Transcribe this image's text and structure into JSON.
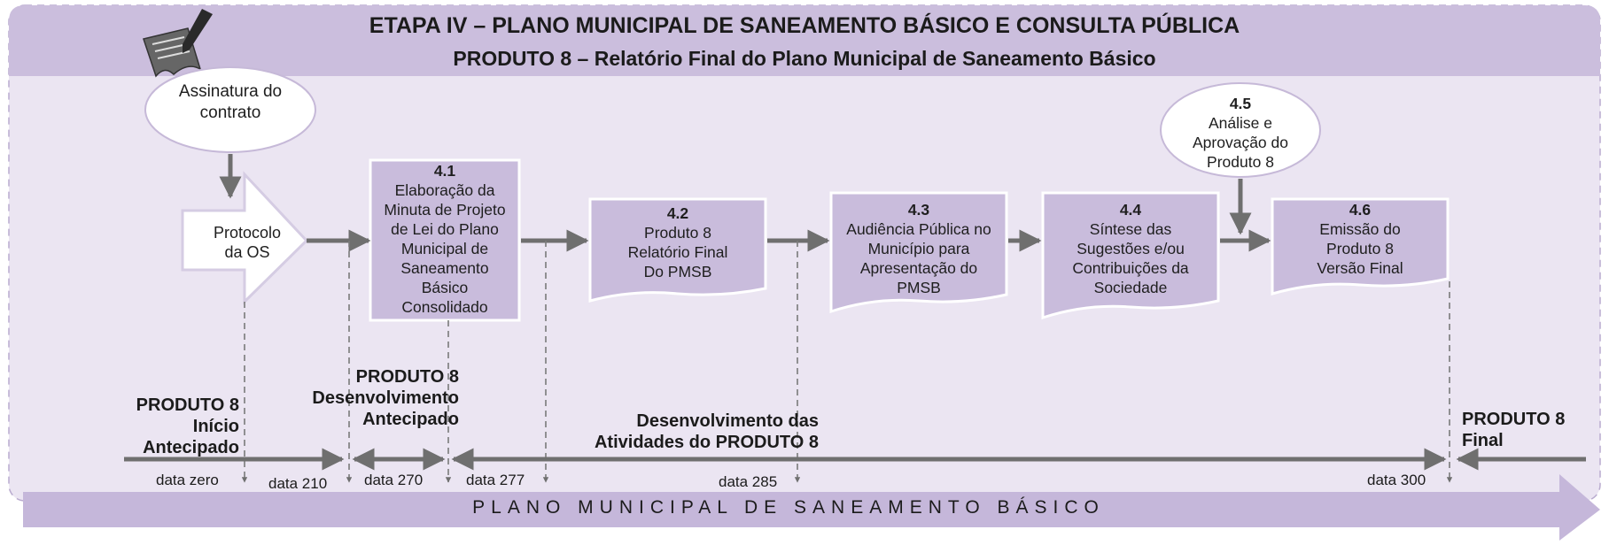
{
  "header": {
    "title_line1": "ETAPA IV – PLANO MUNICIPAL DE SANEAMENTO BÁSICO E CONSULTA PÚBLICA",
    "title_line2": "PRODUTO 8 – Relatório Final do Plano Municipal de Saneamento Básico"
  },
  "start": {
    "label": "Assinatura do\ncontrato"
  },
  "protocol": {
    "label": "Protocolo\nda OS"
  },
  "steps": [
    {
      "num": "4.1",
      "text": "Elaboração da\nMinuta de Projeto\nde Lei do Plano\nMunicipal de\nSaneamento\nBásico\nConsolidado"
    },
    {
      "num": "4.2",
      "text": "Produto 8\nRelatório Final\nDo PMSB"
    },
    {
      "num": "4.3",
      "text": "Audiência Pública no\nMunicípio para\nApresentação do\nPMSB"
    },
    {
      "num": "4.4",
      "text": "Síntese das\nSugestões e/ou\nContribuições da\nSociedade"
    },
    {
      "num": "4.5",
      "text": "Análise e\nAprovação  do\nProduto 8"
    },
    {
      "num": "4.6",
      "text": "Emissão do\nProduto 8\nVersão Final"
    }
  ],
  "timeline": {
    "inicio": "PRODUTO 8\nInício\nAntecipado",
    "desenv_antecipado": "PRODUTO 8\nDesenvolvimento\nAntecipado",
    "desenv_atividades": "Desenvolvimento  das\nAtividades do PRODUTO 8",
    "final": "PRODUTO 8\nFinal",
    "dates": [
      "data zero",
      "data 210",
      "data 270",
      "data 277",
      "data 285",
      "data 300"
    ]
  },
  "band": {
    "label": "PLANO MUNICIPAL DE SANEAMENTO BÁSICO"
  },
  "colors": {
    "header": "#cbbedd",
    "background": "#e9e3f1",
    "box": "#c9bcdc",
    "arrow": "#6f6f6f",
    "band": "#c5b7da"
  }
}
